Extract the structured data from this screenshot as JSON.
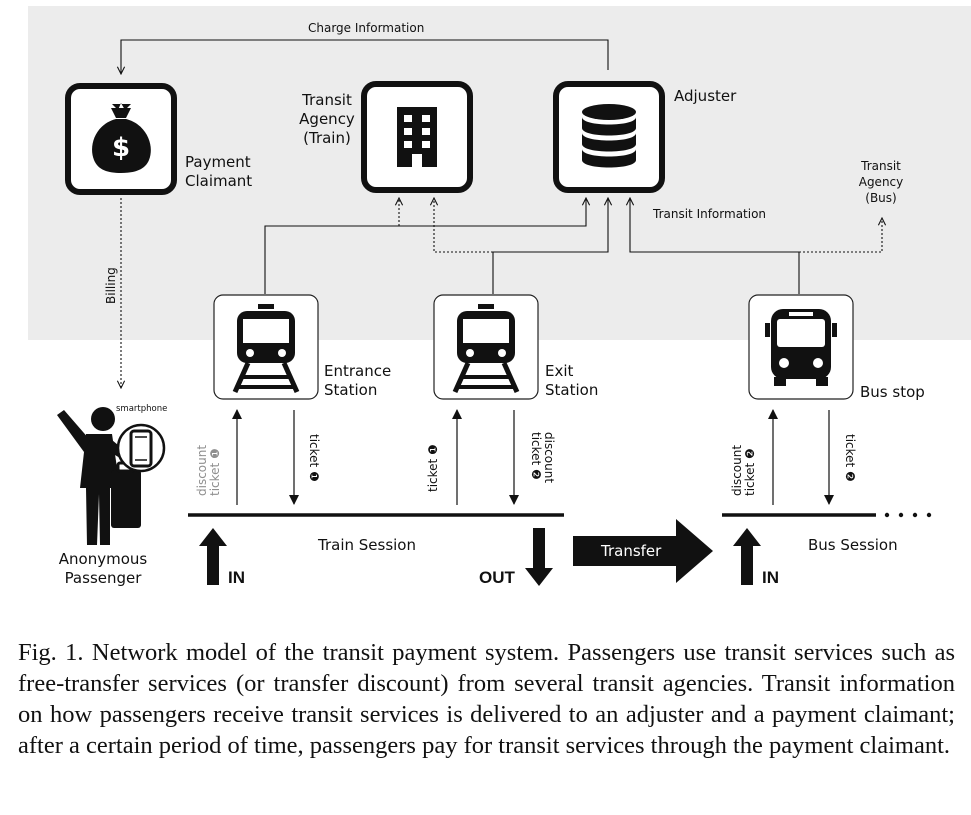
{
  "labels": {
    "charge_information": "Charge Information",
    "payment_claimant": "Payment\nClaimant",
    "transit_agency_train": "Transit\nAgency\n(Train)",
    "adjuster": "Adjuster",
    "transit_agency_bus": "Transit\nAgency\n(Bus)",
    "transit_information": "Transit Information",
    "billing": "Billing",
    "entrance_station": "Entrance\nStation",
    "exit_station": "Exit\nStation",
    "bus_stop": "Bus stop",
    "smartphone": "smartphone",
    "anonymous_passenger": "Anonymous\nPassenger",
    "discount_ticket_1": "discount ticket ❶",
    "ticket_1_entrance": "ticket ❶",
    "ticket_1_exit": "ticket ❶",
    "discount_ticket_2_exit": "discount ticket ❷",
    "discount_ticket_2_bus": "discount ticket ❷",
    "ticket_2_bus": "ticket ❷",
    "train_session": "Train Session",
    "bus_session": "Bus Session",
    "transfer": "Transfer",
    "in_train": "IN",
    "out_train": "OUT",
    "in_bus": "IN",
    "dollar_sign": "$"
  },
  "caption": "Fig. 1.  Network model of the transit payment system. Passengers use transit services such as free-transfer services (or transfer discount) from several transit agencies. Transit information on how passengers receive transit services is delivered to an adjuster and a payment claimant; after a certain period of time, passengers pay for transit services through the payment claimant.",
  "colors": {
    "panel_background": "#ececec",
    "icon_fill": "#111111",
    "grey_label": "#8f8f8f",
    "white": "#ffffff"
  },
  "icons": {
    "payment_claimant": "money-bag-icon",
    "transit_agency_train": "building-icon",
    "adjuster": "database-icon",
    "entrance_station": "train-icon",
    "exit_station": "train-icon",
    "bus_stop": "bus-icon",
    "passenger": "person-icon",
    "smartphone": "smartphone-icon"
  }
}
